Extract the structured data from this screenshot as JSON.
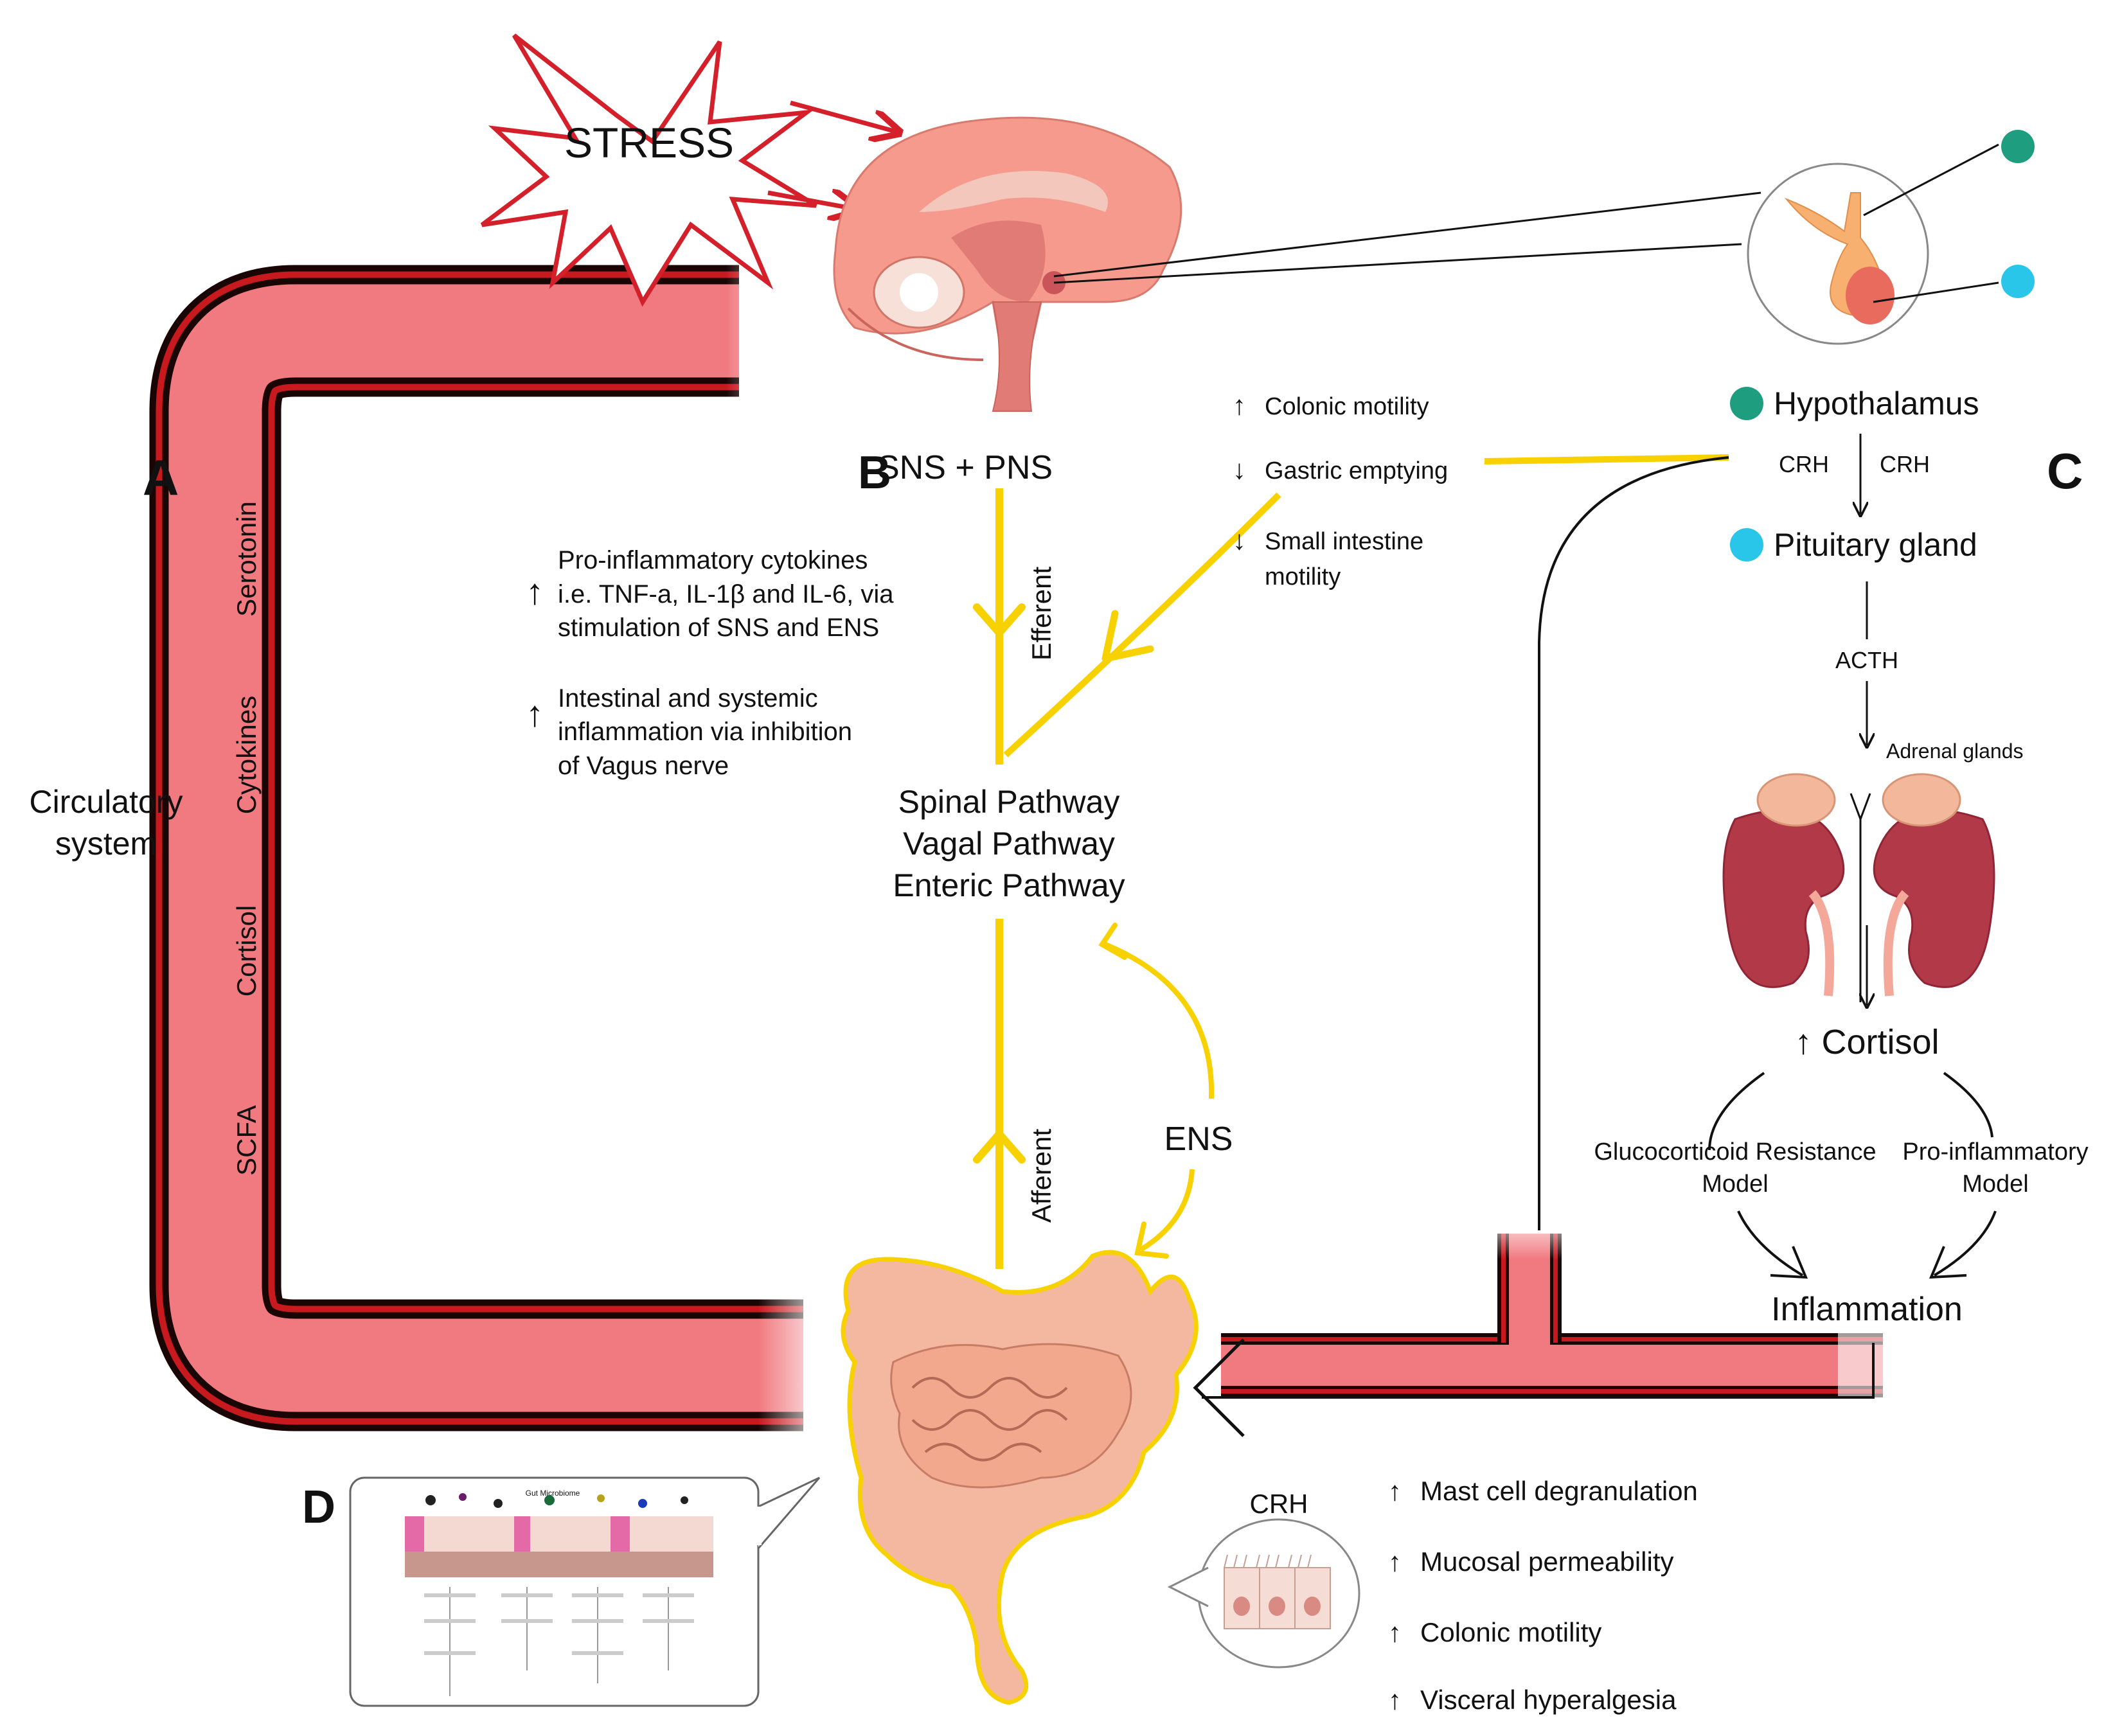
{
  "stress": "STRESS",
  "panels": {
    "a": "A",
    "b": "B",
    "c": "C",
    "d": "D"
  },
  "circulatory": {
    "line1": "Circulatory",
    "line2": "system"
  },
  "vessel_labels": [
    "Serotonin",
    "Cytokines",
    "Cortisol",
    "SCFA"
  ],
  "sns_pns": "SNS + PNS",
  "efferent": "Efferent",
  "afferent": "Afferent",
  "ens": "ENS",
  "pathways": [
    "Spinal Pathway",
    "Vagal Pathway",
    "Enteric Pathway"
  ],
  "left_effects": {
    "cytokines": [
      "Pro-inflammatory cytokines",
      "i.e. TNF-a, IL-1β and IL-6, via",
      "stimulation of SNS and ENS"
    ],
    "inflammation": [
      "Intestinal and systemic",
      "inflammation via inhibition",
      "of Vagus nerve"
    ]
  },
  "gut_effects": [
    {
      "arrow": "↑",
      "lines": [
        "Colonic motility"
      ]
    },
    {
      "arrow": "↓",
      "lines": [
        "Gastric emptying"
      ]
    },
    {
      "arrow": "↓",
      "lines": [
        "Small intestine",
        "motility"
      ]
    }
  ],
  "hpa": {
    "hypothalamus": "Hypothalamus",
    "crh_left": "CRH",
    "crh_right": "CRH",
    "pituitary": "Pituitary gland",
    "acth": "ACTH",
    "adrenal": "Adrenal glands",
    "cortisol": "↑ Cortisol",
    "model_left": [
      "Glucocorticoid Resistance",
      "Model"
    ],
    "model_right": [
      "Pro-inflammatory",
      "Model"
    ],
    "inflammation": "Inflammation"
  },
  "crh_bottom": "CRH",
  "mast_effects": [
    {
      "arrow": "↑",
      "text": "Mast cell degranulation"
    },
    {
      "arrow": "↑",
      "text": "Mucosal permeability"
    },
    {
      "arrow": "↑",
      "text": "Colonic motility"
    },
    {
      "arrow": "↑",
      "text": "Visceral hyperalgesia"
    }
  ],
  "microbiome_title": "Gut Microbiome",
  "colors": {
    "vessel": "#f07a80",
    "vessel_edge": "#1a0505",
    "vessel_red": "#c8191f",
    "pathway": "#f7d100",
    "hypothalamus_dot": "#1e9e7e",
    "pituitary_dot": "#29c6ea",
    "brain": "#f59a8c",
    "gut": "#f4b8a0",
    "kidney": "#b23a48"
  }
}
